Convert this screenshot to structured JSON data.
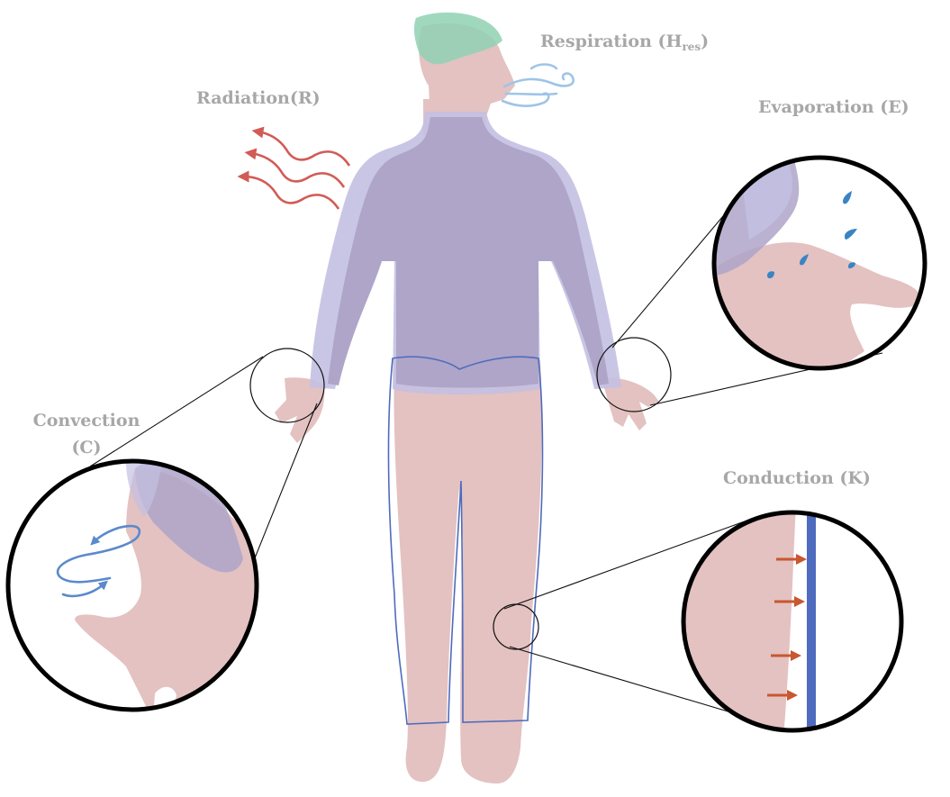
{
  "labels": {
    "radiation": "Radiation(R)",
    "respiration_main": "Respiration (H",
    "respiration_sub": "res",
    "respiration_close": ")",
    "evaporation": "Evaporation (E)",
    "convection_line1": "Convection",
    "convection_line2": "(C)",
    "conduction": "Conduction (K)"
  },
  "colors": {
    "skin": "#e3c2c1",
    "shirt": "#aea5c8",
    "shirt_glow": "#c3c0e2",
    "cap": "#8fd1b3",
    "pants_outline": "#4f6bbd",
    "radiation_arrow": "#d25b55",
    "conduction_arrow": "#c9572f",
    "convection_arrow": "#5b8acb",
    "droplet": "#3a84c4",
    "breath": "#9ec4e8",
    "label_text": "#a7a7a7"
  }
}
